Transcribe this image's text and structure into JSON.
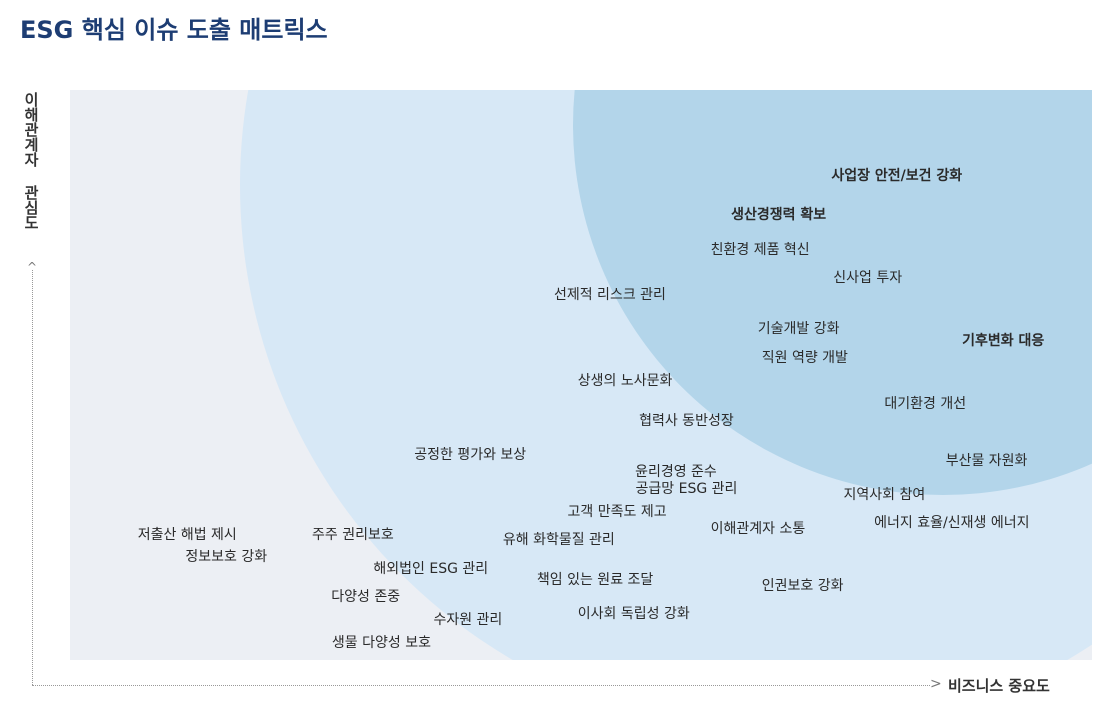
{
  "title": "ESG 핵심 이슈 도출 매트릭스",
  "colors": {
    "high": "#f4c21a",
    "medium": "#e79a12",
    "low": "#3b7a35",
    "title": "#1d3d73"
  },
  "chart_data": {
    "type": "scatter",
    "title": "ESG 핵심 이슈 도출 매트릭스",
    "xlabel": "비즈니스 중요도",
    "ylabel": "이해관계자 관심도",
    "xlim": [
      0,
      100
    ],
    "ylim": [
      0,
      100
    ],
    "grid": false,
    "points": [
      {
        "label": "사업장 안전/보건 강화",
        "x": 88,
        "y": 85,
        "group": "high",
        "bold": true,
        "side": "left"
      },
      {
        "label": "생산경쟁력 확보",
        "x": 64,
        "y": 78,
        "group": "high",
        "bold": true,
        "side": "right"
      },
      {
        "label": "친환경 제품 혁신",
        "x": 62,
        "y": 72,
        "group": "high",
        "side": "right"
      },
      {
        "label": "신사업 투자",
        "x": 74,
        "y": 67,
        "group": "high",
        "side": "right"
      },
      {
        "label": "선제적 리스크 관리",
        "x": 59,
        "y": 64,
        "group": "high",
        "side": "left"
      },
      {
        "label": "기술개발 강화",
        "x": 76,
        "y": 58,
        "group": "high",
        "side": "left"
      },
      {
        "label": "기후변화 대응",
        "x": 96,
        "y": 56,
        "group": "high",
        "bold": true,
        "side": "left"
      },
      {
        "label": "직원 역량 개발",
        "x": 67,
        "y": 53,
        "group": "high",
        "side": "right"
      },
      {
        "label": "대기환경 개선",
        "x": 79,
        "y": 45,
        "group": "high",
        "side": "right"
      },
      {
        "label": "부산물 자원화",
        "x": 85,
        "y": 35,
        "group": "high",
        "side": "right"
      },
      {
        "label": "상생의 노사문화",
        "x": 49,
        "y": 49,
        "group": "medium",
        "side": "right"
      },
      {
        "label": "협력사 동반성장",
        "x": 55,
        "y": 42,
        "group": "medium",
        "side": "right"
      },
      {
        "label": "공정한 평가와 보상",
        "x": 33,
        "y": 36,
        "group": "medium",
        "side": "right"
      },
      {
        "label": "윤리경영 준수",
        "x": 64,
        "y": 33,
        "group": "medium",
        "side": "left"
      },
      {
        "label": "공급망 ESG 관리",
        "x": 66,
        "y": 30,
        "group": "medium",
        "side": "left"
      },
      {
        "label": "지역사회 참여",
        "x": 75,
        "y": 29,
        "group": "medium",
        "side": "right"
      },
      {
        "label": "고객 만족도 제고",
        "x": 48,
        "y": 26,
        "group": "medium",
        "side": "right"
      },
      {
        "label": "이해관계자 소통",
        "x": 62,
        "y": 23,
        "group": "medium",
        "side": "right"
      },
      {
        "label": "에너지 효율/신재생 에너지",
        "x": 78,
        "y": 24,
        "group": "medium",
        "side": "right"
      },
      {
        "label": "유해 화학물질 관리",
        "x": 54,
        "y": 21,
        "group": "medium",
        "side": "left"
      },
      {
        "label": "책임 있는 원료 조달",
        "x": 45,
        "y": 14,
        "group": "medium",
        "side": "right"
      },
      {
        "label": "인권보호 강화",
        "x": 67,
        "y": 13,
        "group": "medium",
        "side": "right"
      },
      {
        "label": "이사회 독립성 강화",
        "x": 49,
        "y": 8,
        "group": "medium",
        "side": "right"
      },
      {
        "label": "저출산 해법 제시",
        "x": 17,
        "y": 22,
        "group": "low",
        "side": "left"
      },
      {
        "label": "주주 권리보호",
        "x": 23,
        "y": 22,
        "group": "low",
        "side": "right"
      },
      {
        "label": "정보보호 강화",
        "x": 20,
        "y": 18,
        "group": "low",
        "side": "left"
      },
      {
        "label": "해외법인 ESG 관리",
        "x": 29,
        "y": 16,
        "group": "low",
        "side": "right"
      },
      {
        "label": "다양성 존중",
        "x": 33,
        "y": 11,
        "group": "low",
        "side": "left"
      },
      {
        "label": "수자원 관리",
        "x": 43,
        "y": 7,
        "group": "low",
        "side": "left"
      },
      {
        "label": "생물 다양성 보호",
        "x": 36,
        "y": 3,
        "group": "low",
        "side": "left"
      }
    ]
  }
}
